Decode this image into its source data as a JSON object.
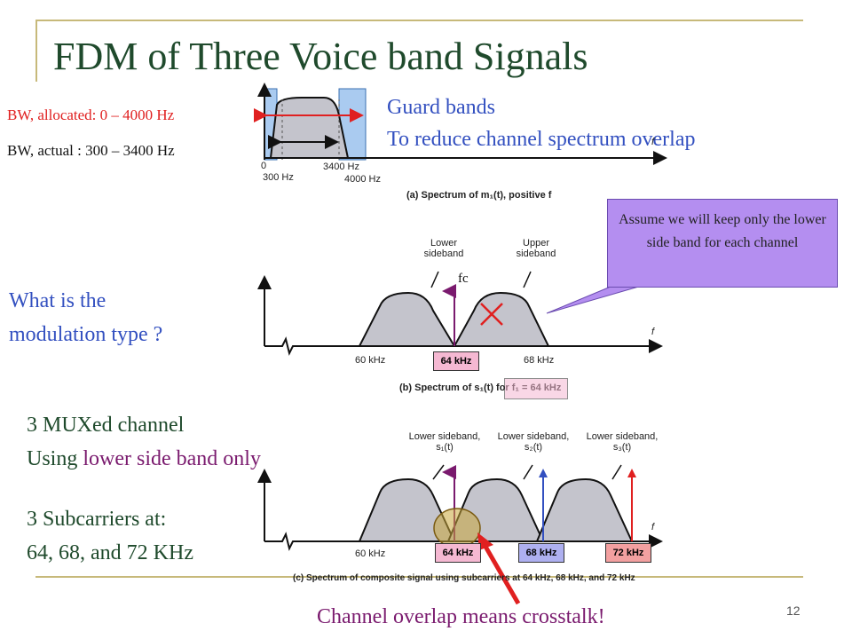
{
  "slide": {
    "title": "FDM of Three Voice band Signals",
    "page_number": "12"
  },
  "section_a": {
    "bw_allocated": "BW, allocated: 0 – 4000 Hz",
    "bw_actual": "BW, actual : 300 – 3400 Hz",
    "guard_bands": "Guard bands",
    "guard_reason": "To reduce channel spectrum overlap",
    "tick_0": "0",
    "tick_300": "300 Hz",
    "tick_3400": "3400 Hz",
    "tick_4000": "4000 Hz",
    "axis_f": "f",
    "caption": "(a) Spectrum of m₁(t), positive f"
  },
  "section_b": {
    "question_line1": "What is the",
    "question_line2": "modulation type ?",
    "lower_sideband": "Lower sideband",
    "upper_sideband": "Upper sideband",
    "fc_label": "fc",
    "tick_60": "60 kHz",
    "tick_64": "64 kHz",
    "tick_68": "68 kHz",
    "axis_f": "f",
    "caption": "(b) Spectrum of s₁(t) for f₁ = 64 kHz",
    "callout": "Assume we will keep only the lower side band for each channel"
  },
  "section_c": {
    "mux_line1": "3 MUXed channel",
    "mux_line2_prefix": "Using ",
    "mux_line2_highlight": "lower side band only",
    "sub_line1": "3 Subcarriers at:",
    "sub_line2": "64, 68, and 72 KHz",
    "lsb1": "Lower sideband, s₁(t)",
    "lsb2": "Lower sideband, s₂(t)",
    "lsb3": "Lower sideband, s₃(t)",
    "tick_60": "60 kHz",
    "tick_64": "64 kHz",
    "tick_68": "68 kHz",
    "tick_72": "72 kHz",
    "axis_f": "f",
    "caption": "(c) Spectrum of composite signal using subcarriers at 64 kHz, 68 kHz, and 72 kHz",
    "crosstalk": "Channel overlap means crosstalk!"
  },
  "colors": {
    "title": "#1f4a2c",
    "red_text": "#e02020",
    "blue_text": "#3350c0",
    "purple_text": "#7a1a6e",
    "guard_band_fill": "#aacbf0",
    "spectrum_fill": "#c4c4cc",
    "callout_fill": "#b48ef0",
    "tag_64": "#f5b8d2",
    "tag_68": "#aeb0f0",
    "tag_72": "#f3a0a0"
  }
}
